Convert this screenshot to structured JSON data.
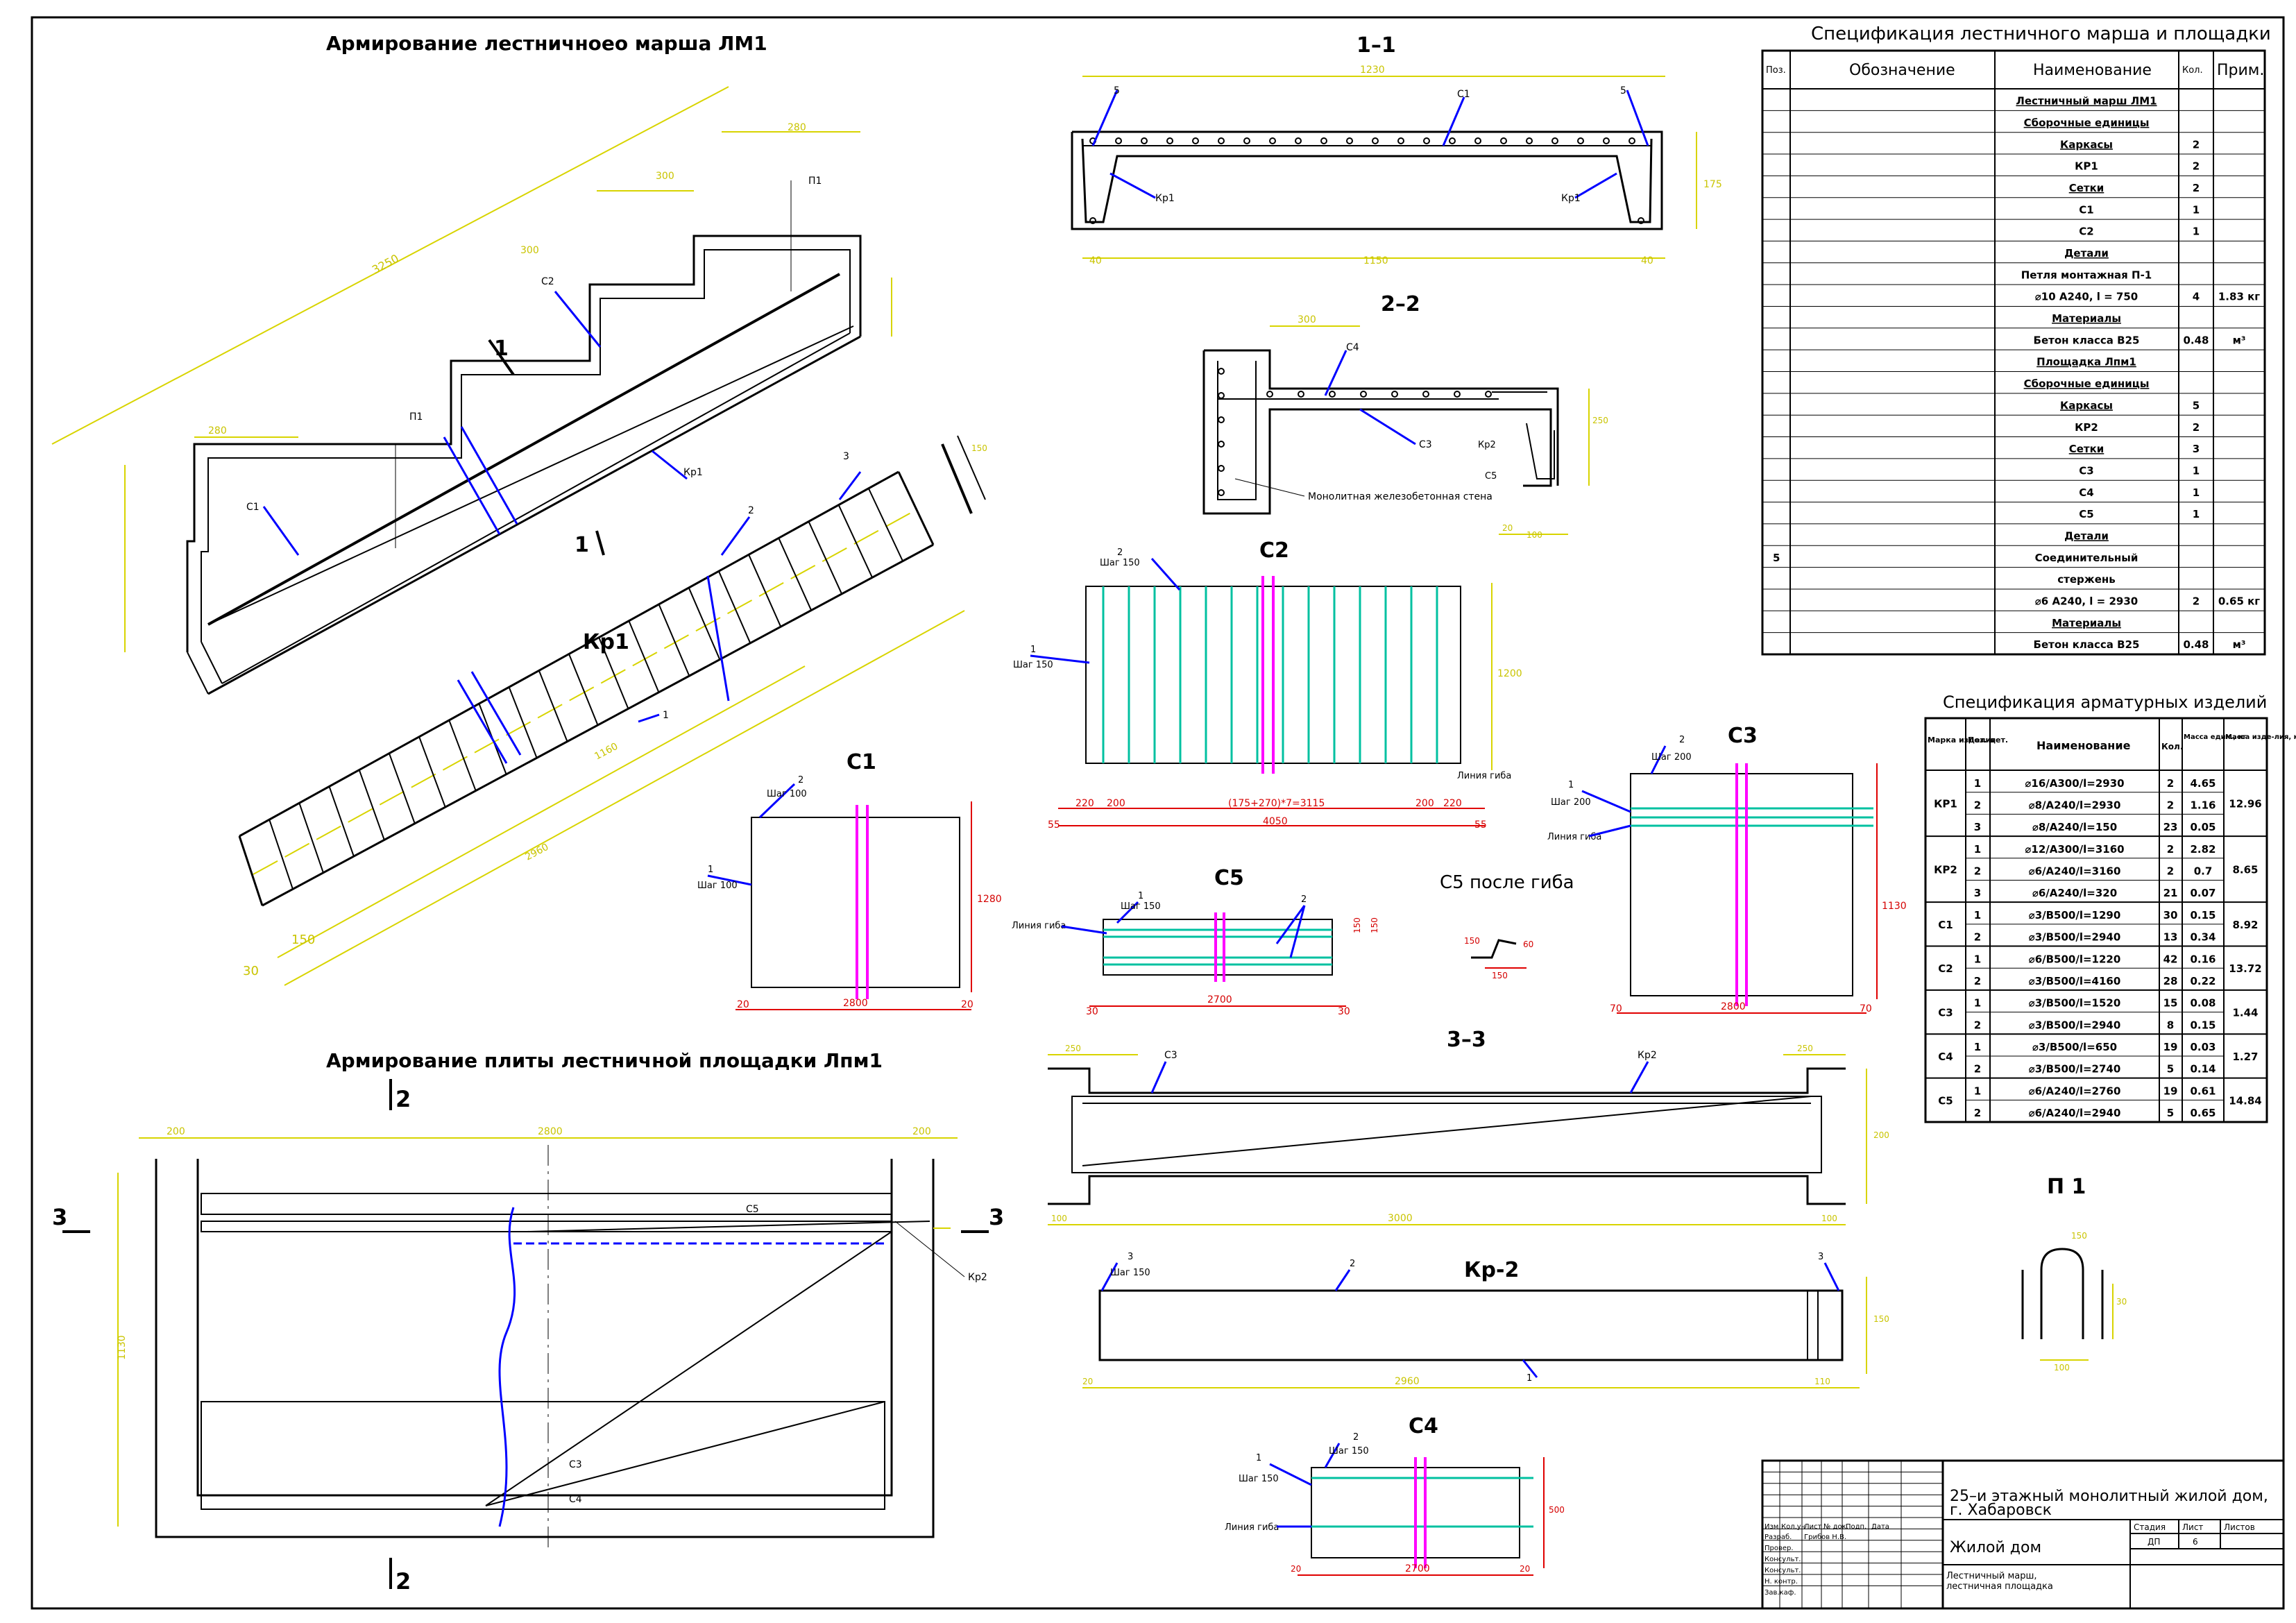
{
  "drawing": {
    "march_title": "Армирование лестничноео марша ЛМ1",
    "platform_title": "Армирование плиты лестничной площадки Лпм1",
    "section_1_1": "1–1",
    "section_2_2": "2–2",
    "section_3_3": "3–3",
    "kp1_title": "Кр1",
    "kp2_title": "Кр-2",
    "c1_title": "С1",
    "c2_title": "С2",
    "c3_title": "С3",
    "c4_title": "С4",
    "c5_title": "С5",
    "c5_bent_title": "С5 после гиба",
    "p1_title": "П 1",
    "cut_1": "1",
    "cut_2": "2",
    "cut_3": "3",
    "label_kp1": "Кр1",
    "label_kp2": "Кр2",
    "label_c1": "С1",
    "label_c2": "С2",
    "label_c3": "С3",
    "label_c4": "С4",
    "label_c5": "С5",
    "label_p1": "П1",
    "mono_wall": "Монолитная железобетонная стена",
    "bend_line": "Линия гиба",
    "step_100": "Шаг 100",
    "step_150": "Шаг 150",
    "step_200": "Шаг 200",
    "pos_1": "1",
    "pos_2": "2",
    "pos_3": "3",
    "pos_5": "5",
    "dims": {
      "d1230": "1230",
      "d1150": "1150",
      "d40": "40",
      "d175": "175",
      "d2800": "2800",
      "d2700": "2700",
      "d4050": "4050",
      "d3000": "3000",
      "d2960": "2960",
      "d1200": "1200",
      "d1280": "1280",
      "d1130": "1130",
      "d500": "500",
      "d20": "20",
      "d30": "30",
      "d55": "55",
      "d70": "70",
      "d220": "220",
      "d200": "200",
      "d150": "150",
      "d100": "100",
      "d300": "300",
      "d280": "280",
      "d3250": "3250",
      "c2_chain": "(175+270)*7=3115",
      "d1160": "1160",
      "d60": "60",
      "d250": "250",
      "d110": "110"
    }
  },
  "spec1": {
    "title": "Спецификация лестничного марша и площадки",
    "headers": [
      "Поз.",
      "Обозначение",
      "Наименование",
      "Кол.",
      "Прим."
    ],
    "rows": [
      {
        "pos": "",
        "name": "Лестничный марш ЛМ1",
        "qty": "",
        "note": "",
        "u": true
      },
      {
        "pos": "",
        "name": "Сборочные единицы",
        "qty": "",
        "note": "",
        "u": true
      },
      {
        "pos": "",
        "name": "Каркасы",
        "qty": "2",
        "note": "",
        "u": true
      },
      {
        "pos": "",
        "name": "КР1",
        "qty": "2",
        "note": "",
        "u": false
      },
      {
        "pos": "",
        "name": "Сетки",
        "qty": "2",
        "note": "",
        "u": true
      },
      {
        "pos": "",
        "name": "С1",
        "qty": "1",
        "note": "",
        "u": false
      },
      {
        "pos": "",
        "name": "С2",
        "qty": "1",
        "note": "",
        "u": false
      },
      {
        "pos": "",
        "name": "Детали",
        "qty": "",
        "note": "",
        "u": true
      },
      {
        "pos": "",
        "name": "Петля монтажная П-1",
        "qty": "",
        "note": "",
        "u": false
      },
      {
        "pos": "",
        "name": "⌀10 А240, l = 750",
        "qty": "4",
        "note": "1.83 кг",
        "u": false
      },
      {
        "pos": "",
        "name": "Материалы",
        "qty": "",
        "note": "",
        "u": true
      },
      {
        "pos": "",
        "name": "Бетон класса В25",
        "qty": "0.48",
        "note": "м³",
        "u": false
      },
      {
        "pos": "",
        "name": "Площадка Лпм1",
        "qty": "",
        "note": "",
        "u": true
      },
      {
        "pos": "",
        "name": "Сборочные единицы",
        "qty": "",
        "note": "",
        "u": true
      },
      {
        "pos": "",
        "name": "Каркасы",
        "qty": "5",
        "note": "",
        "u": true
      },
      {
        "pos": "",
        "name": "КР2",
        "qty": "2",
        "note": "",
        "u": false
      },
      {
        "pos": "",
        "name": "Сетки",
        "qty": "3",
        "note": "",
        "u": true
      },
      {
        "pos": "",
        "name": "С3",
        "qty": "1",
        "note": "",
        "u": false
      },
      {
        "pos": "",
        "name": "С4",
        "qty": "1",
        "note": "",
        "u": false
      },
      {
        "pos": "",
        "name": "С5",
        "qty": "1",
        "note": "",
        "u": false
      },
      {
        "pos": "",
        "name": "Детали",
        "qty": "",
        "note": "",
        "u": true
      },
      {
        "pos": "5",
        "name": "Соединительный",
        "qty": "",
        "note": "",
        "u": false
      },
      {
        "pos": "",
        "name": "стержень",
        "qty": "",
        "note": "",
        "u": false
      },
      {
        "pos": "",
        "name": "⌀6 А240, l = 2930",
        "qty": "2",
        "note": "0.65 кг",
        "u": false
      },
      {
        "pos": "",
        "name": "Материалы",
        "qty": "",
        "note": "",
        "u": true
      },
      {
        "pos": "",
        "name": "Бетон класса В25",
        "qty": "0.48",
        "note": "м³",
        "u": false
      }
    ]
  },
  "spec2": {
    "title": "Спецификация арматурных изделий",
    "headers": [
      "Марка изделия",
      "Поз. дет.",
      "Наименование",
      "Кол.",
      "Масса един., кг",
      "Масса изде-лия, кг"
    ],
    "groups": [
      {
        "mark": "КР1",
        "total": "12.96",
        "rows": [
          {
            "pos": "1",
            "name": "⌀16/А300/l=2930",
            "qty": "2",
            "mass": "4.65"
          },
          {
            "pos": "2",
            "name": "⌀8/А240/l=2930",
            "qty": "2",
            "mass": "1.16"
          },
          {
            "pos": "3",
            "name": "⌀8/А240/l=150",
            "qty": "23",
            "mass": "0.05"
          }
        ]
      },
      {
        "mark": "КР2",
        "total": "8.65",
        "rows": [
          {
            "pos": "1",
            "name": "⌀12/А300/l=3160",
            "qty": "2",
            "mass": "2.82"
          },
          {
            "pos": "2",
            "name": "⌀6/А240/l=3160",
            "qty": "2",
            "mass": "0.7"
          },
          {
            "pos": "3",
            "name": "⌀6/А240/l=320",
            "qty": "21",
            "mass": "0.07"
          }
        ]
      },
      {
        "mark": "С1",
        "total": "8.92",
        "rows": [
          {
            "pos": "1",
            "name": "⌀3/В500/l=1290",
            "qty": "30",
            "mass": "0.15"
          },
          {
            "pos": "2",
            "name": "⌀3/В500/l=2940",
            "qty": "13",
            "mass": "0.34"
          }
        ]
      },
      {
        "mark": "С2",
        "total": "13.72",
        "rows": [
          {
            "pos": "1",
            "name": "⌀6/В500/l=1220",
            "qty": "42",
            "mass": "0.16"
          },
          {
            "pos": "2",
            "name": "⌀3/В500/l=4160",
            "qty": "28",
            "mass": "0.22"
          }
        ]
      },
      {
        "mark": "С3",
        "total": "1.44",
        "rows": [
          {
            "pos": "1",
            "name": "⌀3/В500/l=1520",
            "qty": "15",
            "mass": "0.08"
          },
          {
            "pos": "2",
            "name": "⌀3/В500/l=2940",
            "qty": "8",
            "mass": "0.15"
          }
        ]
      },
      {
        "mark": "С4",
        "total": "1.27",
        "rows": [
          {
            "pos": "1",
            "name": "⌀3/В500/l=650",
            "qty": "19",
            "mass": "0.03"
          },
          {
            "pos": "2",
            "name": "⌀3/В500/l=2740",
            "qty": "5",
            "mass": "0.14"
          }
        ]
      },
      {
        "mark": "С5",
        "total": "14.84",
        "rows": [
          {
            "pos": "1",
            "name": "⌀6/А240/l=2760",
            "qty": "19",
            "mass": "0.61"
          },
          {
            "pos": "2",
            "name": "⌀6/А240/l=2940",
            "qty": "5",
            "mass": "0.65"
          }
        ]
      }
    ]
  },
  "stamp": {
    "project": "25–и этажный монолитный жилой дом,",
    "city": "г. Хабаровск",
    "building": "Жилой дом",
    "sheet_name_1": "Лестничный марш,",
    "sheet_name_2": "лестничная площадка",
    "stage_label": "Стадия",
    "sheet_label": "Лист",
    "sheets_label": "Листов",
    "stage": "ДП",
    "sheet": "6",
    "hdr_izm": "Изм.",
    "hdr_kol": "Кол.уч",
    "hdr_list": "Лист",
    "hdr_doc": "№ док.",
    "hdr_sign": "Подп.",
    "hdr_date": "Дата",
    "role_1": "Разраб.",
    "role_2": "Провер.",
    "role_3": "Консульт.",
    "role_4": "Консульт.",
    "role_5": "Н. контр.",
    "role_6": "Зав.каф.",
    "developer": "Грибов Н.В."
  }
}
